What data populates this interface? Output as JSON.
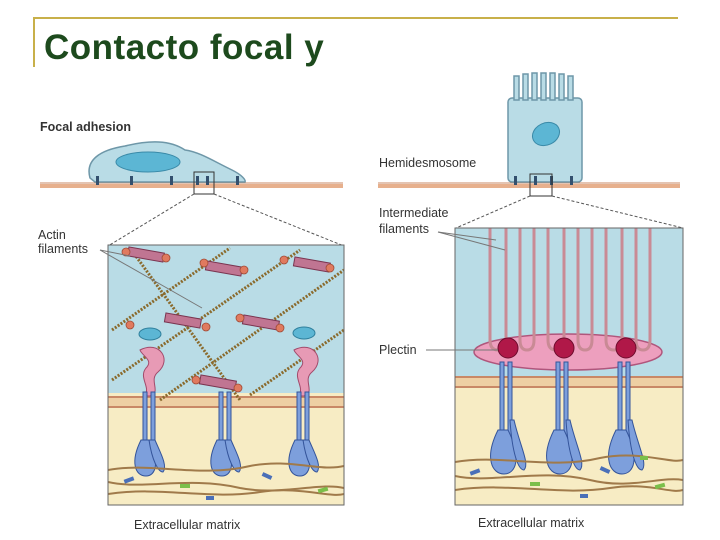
{
  "title": "Contacto focal y",
  "colors": {
    "title": "#1d4a1d",
    "frame": "#c8b04a",
    "cytoplasm": "#b9dce6",
    "matrix": "#f7ecc4",
    "membrane": "#e7b08d",
    "plectin": "#b01848",
    "integrin": "#7d9fdc"
  },
  "left_panel": {
    "heading": "Focal adhesion",
    "actin_label_line1": "Actin",
    "actin_label_line2": "filaments",
    "matrix_label": "Extracellular matrix"
  },
  "right_panel": {
    "heading": "Hemidesmosome",
    "intermediate_label_line1": "Intermediate",
    "intermediate_label_line2": "filaments",
    "plectin_label": "Plectin",
    "matrix_label": "Extracellular matrix"
  }
}
